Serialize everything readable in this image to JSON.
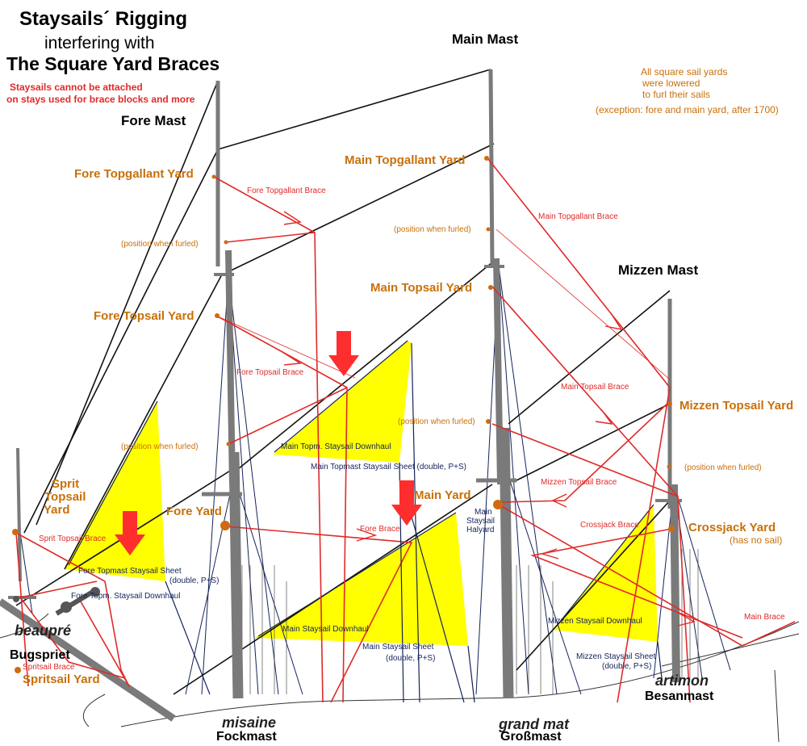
{
  "colors": {
    "label_orange": "#c8700a",
    "brace_red": "#e02a2a",
    "sheet_navy": "#14235a",
    "sail_yellow": "#ffff00",
    "arrow_red": "#ff2e2e",
    "mast_gray": "#7a7a7a",
    "dot_orange": "#d06a12"
  },
  "title": {
    "line1": "Staysails´ Rigging",
    "line2": "interfering with",
    "line3": "The Square Yard Braces"
  },
  "warning": {
    "line1": "Staysails cannot be attached",
    "line2": "on stays used for brace blocks and more"
  },
  "note": {
    "line1": "All square sail yards",
    "line2": "were lowered",
    "line3": "to furl their sails",
    "line4": "(exception: fore and main yard, after 1700)"
  },
  "masts": {
    "main": "Main Mast",
    "fore": "Fore Mast",
    "mizzen": "Mizzen Mast"
  },
  "yards": {
    "fore_topgallant": "Fore Topgallant Yard",
    "fore_topsail": "Fore Topsail Yard",
    "fore": "Fore Yard",
    "main_topgallant": "Main Topgallant Yard",
    "main_topsail": "Main Topsail Yard",
    "main": "Main Yard",
    "mizzen_topsail": "Mizzen Topsail Yard",
    "crossjack": "Crossjack Yard",
    "crossjack_note": "(has no sail)",
    "sprit_topsail_1": "Sprit",
    "sprit_topsail_2": "Topsail",
    "sprit_topsail_3": "Yard",
    "spritsail": "Spritsail Yard"
  },
  "braces": {
    "fore_topgallant": "Fore Topgallant Brace",
    "fore_topsail": "Fore Topsail Brace",
    "fore": "Fore Brace",
    "main_topgallant": "Main Topgallant Brace",
    "main_topsail": "Main Topsail Brace",
    "mizzen_topsail": "Mizzen Topsail Brace",
    "crossjack": "Crossjack Brace",
    "main": "Main Brace",
    "sprit_topsail": "Sprit Topsail Brace",
    "spritsail": "Spritsail Brace"
  },
  "furled": {
    "label": "(position when furled)"
  },
  "staysail_lines": {
    "main_topm_downhaul": "Main Topm. Staysail Downhaul",
    "main_topmast_sheet": "Main Topmast Staysail Sheet  (double, P+S)",
    "fore_topmast_sheet": "Fore Topmast Staysail Sheet",
    "fore_topmast_sheet_2": "(double, P+S)",
    "fore_topm_downhaul": "Fore Topm. Staysail Downhaul",
    "main_staysail_downhaul": "Main Staysail Downhaul",
    "main_staysail_sheet": "Main Staysail Sheet",
    "main_staysail_sheet_2": "(double, P+S)",
    "main_staysail_halyard_1": "Main",
    "main_staysail_halyard_2": "Staysail",
    "main_staysail_halyard_3": "Halyard",
    "mizzen_staysail_downhaul": "Mizzen Staysail Downhaul",
    "mizzen_staysail_sheet": "Mizzen Staysail Sheet",
    "mizzen_staysail_sheet_2": "(double, P+S)"
  },
  "image_labels": {
    "beaupre": "beaupré",
    "bugspriet": "Bugspriet",
    "misaine": "misaine",
    "fockmast": "Fockmast",
    "grand_mat": "grand mat",
    "grossmast": "Großmast",
    "artimon": "artimon",
    "besanmast": "Besanmast"
  }
}
